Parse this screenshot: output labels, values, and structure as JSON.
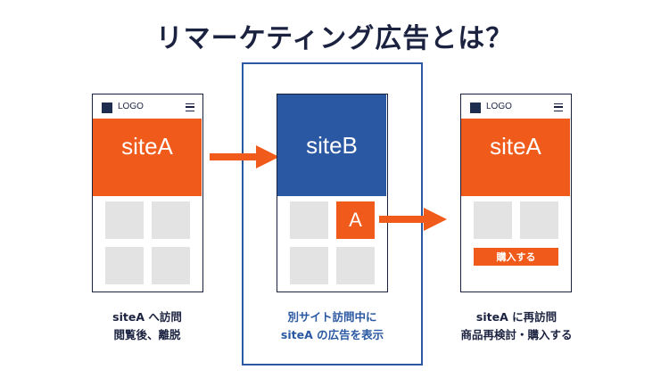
{
  "title": "リマーケティング広告とは？",
  "colors": {
    "navy": "#1b2240",
    "orange": "#f05a1a",
    "blue": "#2a58a2",
    "gray_tile": "#e3e3e3"
  },
  "phone1": {
    "logo": "LOGO",
    "hero_text": "siteA",
    "caption_lines": [
      "siteA へ訪問",
      "閲覧後、離脱"
    ]
  },
  "phone2": {
    "hero_text": "siteB",
    "ad_badge": "A",
    "caption_lines": [
      "別サイト訪問中に",
      "siteA の広告を表示"
    ]
  },
  "phone3": {
    "logo": "LOGO",
    "hero_text": "siteA",
    "buy_button": "購入する",
    "caption_lines": [
      "siteA に再訪問",
      "商品再検討・購入する"
    ]
  },
  "icons": {
    "logo_square": "logo-square-icon",
    "menu": "hamburger-menu-icon",
    "arrow": "right-arrow-icon"
  }
}
